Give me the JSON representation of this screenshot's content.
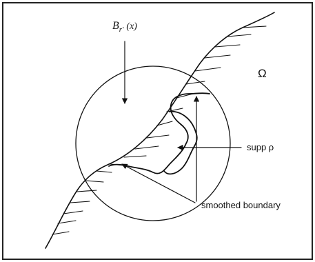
{
  "figure": {
    "ball_label": "B",
    "ball_subscript": "r'",
    "ball_argument": "(x)",
    "domain_label": "Ω",
    "support_label": "supp ρ",
    "boundary_label": "smoothed boundary"
  }
}
